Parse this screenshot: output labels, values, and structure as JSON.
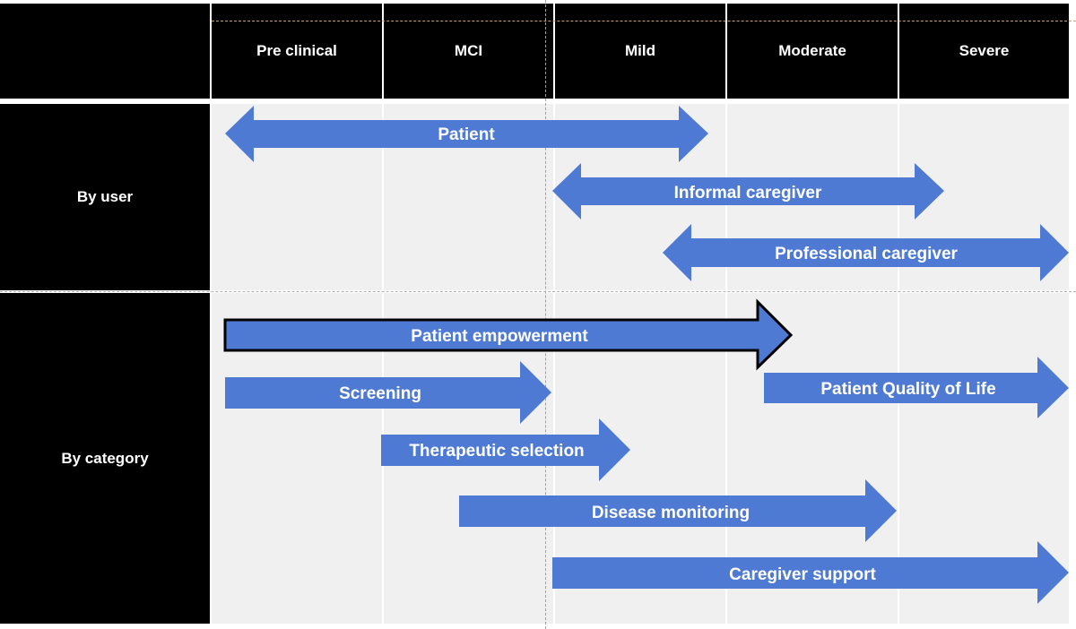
{
  "stages": [
    "Pre clinical",
    "MCI",
    "Mild",
    "Moderate",
    "Severe"
  ],
  "rows": {
    "by_user": "By user",
    "by_category": "By category"
  },
  "arrows": {
    "patient": "Patient",
    "informal_caregiver": "Informal caregiver",
    "professional_caregiver": "Professional caregiver",
    "patient_empowerment": "Patient empowerment",
    "screening": "Screening",
    "patient_quality_of_life": "Patient Quality of Life",
    "therapeutic_selection": "Therapeutic selection",
    "disease_monitoring": "Disease monitoring",
    "caregiver_support": "Caregiver support"
  },
  "colors": {
    "arrow_fill": "#4f7ad3",
    "header_bg": "#000000",
    "body_bg": "#f0f0f0"
  }
}
